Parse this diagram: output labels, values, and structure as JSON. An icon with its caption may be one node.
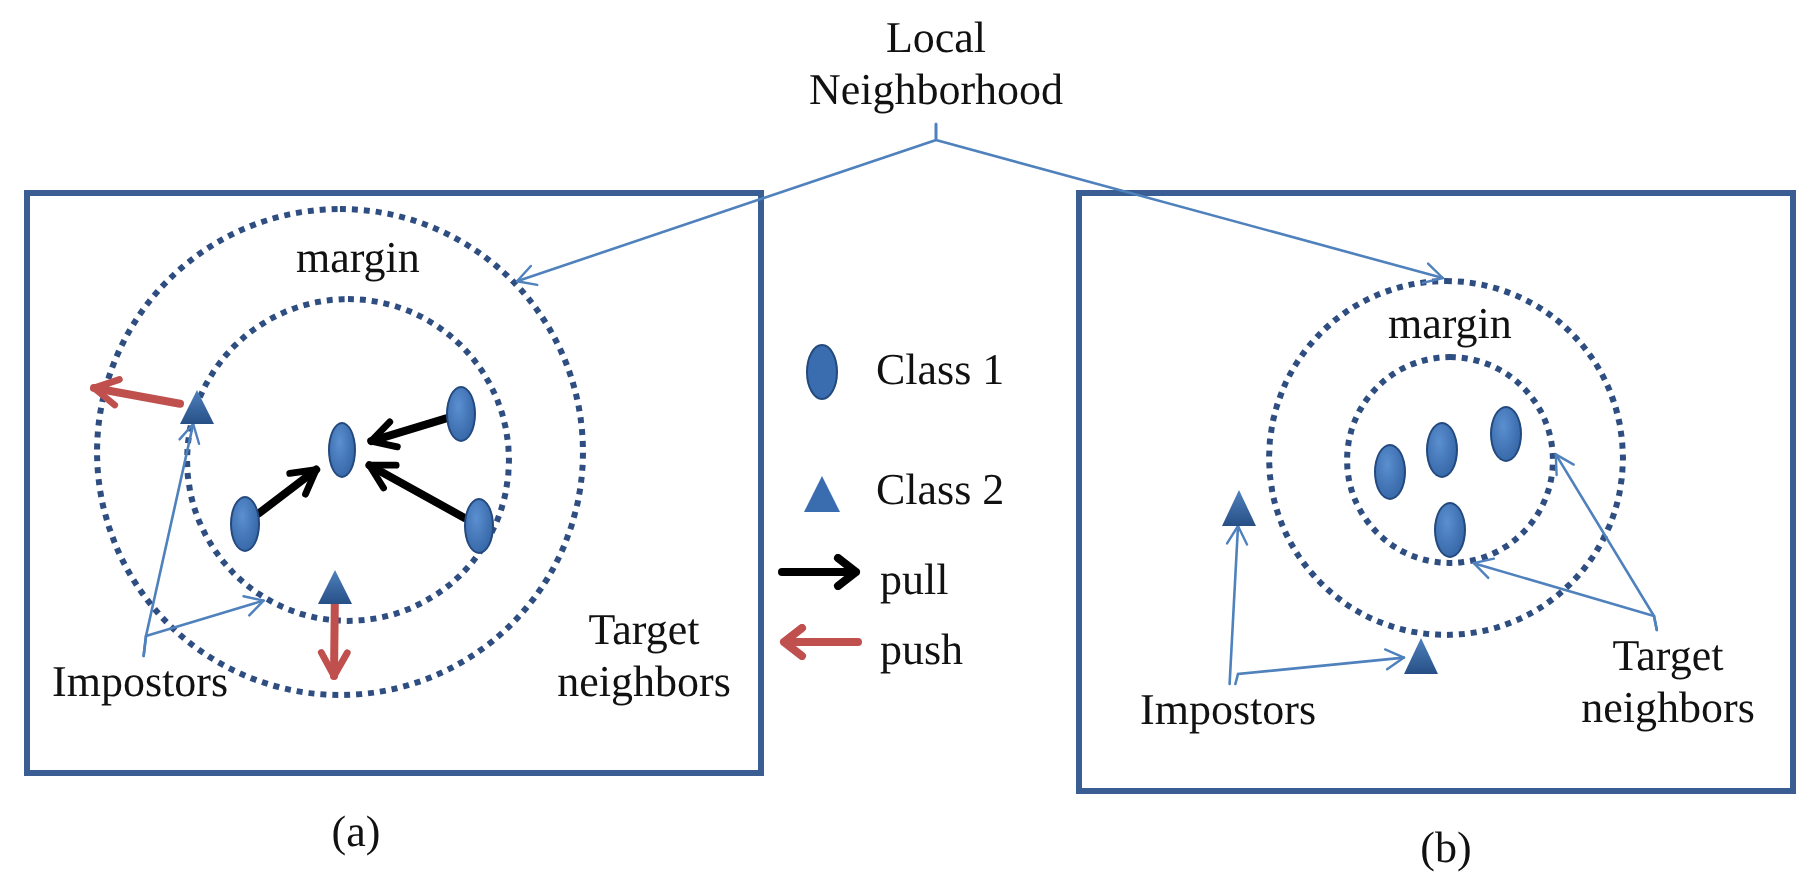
{
  "diagram": {
    "nodes": [
      {
        "text": [
          "Local Neighborhood"
        ]
      },
      {
        "text": [],
        "shape": "box",
        "beside": [
          "(a)"
        ]
      },
      {
        "text": [],
        "shape": "circle",
        "in": 1
      },
      {
        "text": [],
        "shape": "circle",
        "in": 2
      },
      {
        "text": [],
        "shape": "ellipse",
        "in": 3
      },
      {
        "text": [],
        "shape": "ellipse",
        "in": 3
      },
      {
        "text": [],
        "shape": "ellipse",
        "in": 3
      },
      {
        "text": [],
        "shape": "ellipse",
        "in": 3
      },
      {
        "text": [],
        "shape": "triangle",
        "in": 2
      },
      {
        "text": [],
        "shape": "triangle",
        "in": 3
      },
      {
        "text": [
          "Impostors"
        ],
        "in": 1
      },
      {
        "text": [
          "Target neighbors"
        ],
        "in": 1
      },
      {
        "text": [],
        "shape": "box",
        "beside": [
          "(b)"
        ]
      },
      {
        "text": [],
        "shape": "circle",
        "in": 12
      },
      {
        "text": [],
        "shape": "circle",
        "in": 13
      },
      {
        "text": [],
        "shape": "ellipse",
        "in": 14
      },
      {
        "text": [],
        "shape": "ellipse",
        "in": 14
      },
      {
        "text": [],
        "shape": "ellipse",
        "in": 14
      },
      {
        "text": [],
        "shape": "ellipse",
        "in": 14
      },
      {
        "text": [],
        "shape": "triangle",
        "in": 12
      },
      {
        "text": [],
        "shape": "triangle",
        "in": 12
      },
      {
        "text": [
          "Impostors"
        ],
        "in": 12
      },
      {
        "text": [
          "Target neighbors"
        ],
        "in": 12
      }
    ],
    "edges": [
      {
        "from": 0,
        "to": 2,
        "arrow": "to"
      },
      {
        "from": 0,
        "to": 13,
        "arrow": "to"
      },
      {
        "from": 5,
        "to": 4,
        "arrow": "to",
        "style": "thick",
        "color": "#000000"
      },
      {
        "from": 6,
        "to": 4,
        "arrow": "to",
        "style": "thick",
        "color": "#000000"
      },
      {
        "from": 7,
        "to": 4,
        "arrow": "to",
        "style": "thick",
        "color": "#000000"
      },
      {
        "from": 8,
        "to": null,
        "arrow": "to",
        "style": "thick",
        "color": "#c0504d"
      },
      {
        "from": 9,
        "to": null,
        "arrow": "to",
        "style": "thick",
        "color": "#c0504d"
      },
      {
        "from": 10,
        "to": 8,
        "arrow": "to"
      },
      {
        "from": 10,
        "to": 3,
        "arrow": "to"
      },
      {
        "from": 21,
        "to": 19,
        "arrow": "to"
      },
      {
        "from": 21,
        "to": 20,
        "arrow": "to"
      },
      {
        "from": 22,
        "to": 14,
        "arrow": "to"
      },
      {
        "from": 22,
        "to": 14,
        "arrow": "to"
      }
    ],
    "labels": [
      "margin",
      "margin"
    ],
    "legend": [
      {
        "text": "Class 1"
      },
      {
        "text": "Class 2"
      },
      {
        "text": "pull"
      },
      {
        "text": "push"
      }
    ]
  }
}
